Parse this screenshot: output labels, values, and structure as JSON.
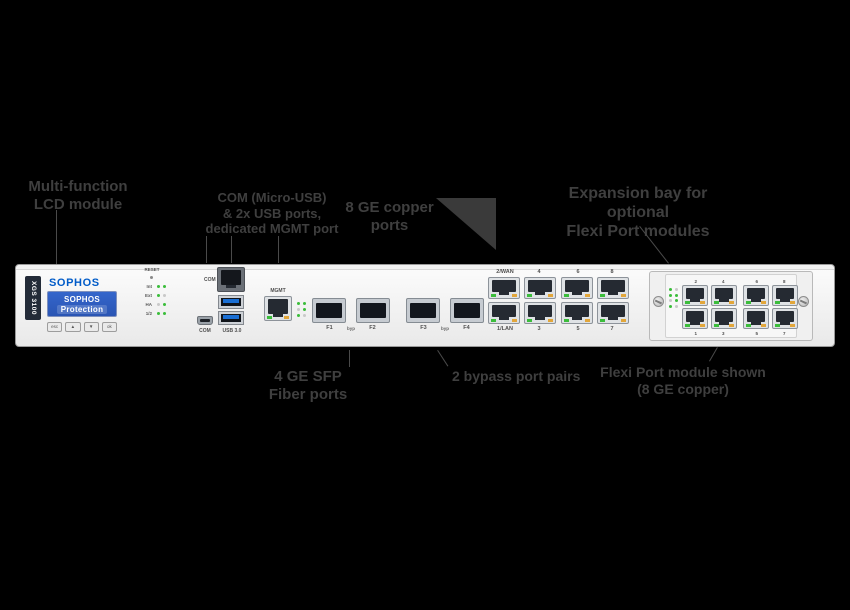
{
  "background": "#000000",
  "callouts": {
    "lcd": {
      "lines": [
        "Multi-function",
        "LCD module"
      ]
    },
    "io": {
      "lines": [
        "COM (Micro-USB)",
        "& 2x USB ports,",
        "dedicated MGMT port"
      ]
    },
    "copper": {
      "lines": [
        "8 GE copper",
        "ports"
      ]
    },
    "expansion": {
      "lines": [
        "Expansion bay for optional",
        "Flexi Port modules"
      ]
    },
    "sfp": {
      "lines": [
        "4 GE SFP",
        "Fiber ports"
      ]
    },
    "bypass": {
      "lines": [
        "2 bypass port pairs"
      ]
    },
    "module": {
      "lines": [
        "Flexi Port module shown",
        "(8 GE copper)"
      ]
    }
  },
  "device": {
    "badge": "XGS 3100",
    "brand": "SOPHOS",
    "lcd": {
      "line1": "SOPHOS",
      "line2": "Protection"
    },
    "lcd_buttons": [
      "esc",
      "▲",
      "▼",
      "ok"
    ],
    "reset_label": "RESET",
    "led_rows": [
      {
        "label": "Int",
        "leds": [
          "on",
          "on"
        ]
      },
      {
        "label": "Ext",
        "leds": [
          "on",
          "off"
        ]
      },
      {
        "label": "HA",
        "leds": [
          "off",
          "on"
        ]
      },
      {
        "label": "1/2",
        "leds": [
          "on",
          "on"
        ]
      }
    ],
    "labels": {
      "com_rj45": "COM",
      "com_micro": "COM",
      "usb": "USB 3.0",
      "mgmt": "MGMT"
    },
    "sfp": {
      "cages": [
        "F1",
        "F2",
        "F3",
        "F4"
      ],
      "bypass": "byp"
    },
    "copper_groups": [
      {
        "top": [
          "2/WAN",
          "4"
        ],
        "bottom": [
          "1/LAN",
          "3"
        ]
      },
      {
        "top": [
          "6",
          "8"
        ],
        "bottom": [
          "5",
          "7"
        ]
      }
    ],
    "module_groups": [
      {
        "top": [
          "2",
          "4"
        ],
        "bottom": [
          "1",
          "3"
        ]
      },
      {
        "top": [
          "6",
          "8"
        ],
        "bottom": [
          "5",
          "7"
        ]
      }
    ]
  },
  "colors": {
    "brand_blue": "#005bc8",
    "lcd_blue": "#3566cc",
    "led_green": "#3bbd3b",
    "led_amber": "#e2a63a",
    "annotation_gray": "#3f3f3f",
    "line_gray": "#4a4a4a",
    "chassis_border": "#9a9a9a"
  }
}
